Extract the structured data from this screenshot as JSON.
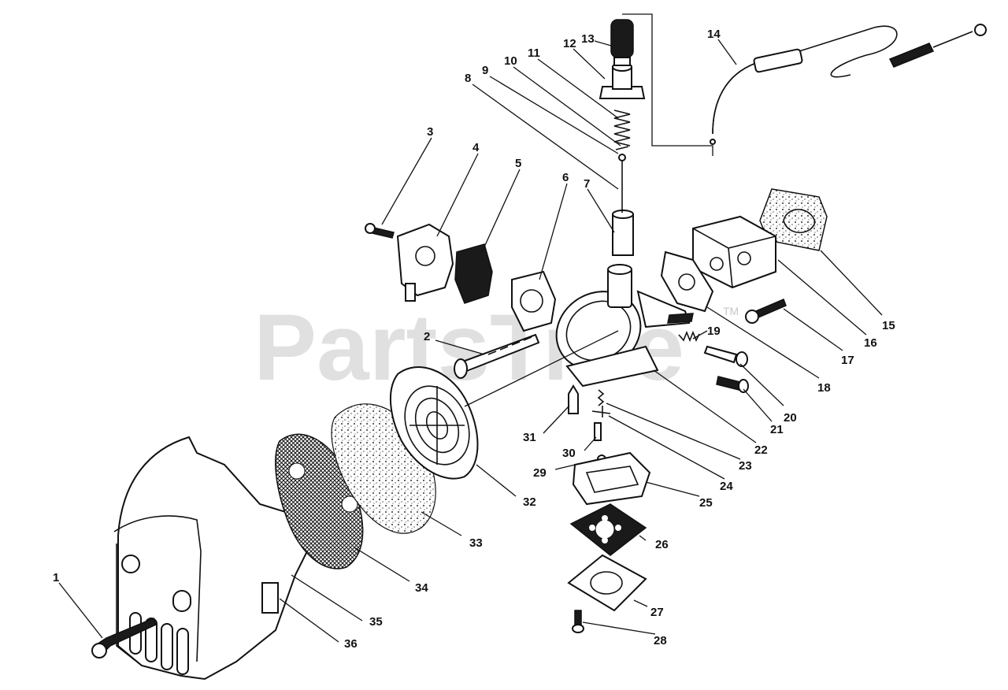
{
  "watermark": {
    "text": "PartsTree",
    "trademark": "TM"
  },
  "callouts": [
    "1",
    "2",
    "3",
    "4",
    "5",
    "6",
    "7",
    "8",
    "9",
    "10",
    "11",
    "12",
    "13",
    "14",
    "15",
    "16",
    "17",
    "18",
    "19",
    "20",
    "21",
    "22",
    "23",
    "24",
    "25",
    "26",
    "27",
    "28",
    "29",
    "30",
    "31",
    "32",
    "33",
    "34",
    "35",
    "36"
  ],
  "colors": {
    "ink": "#111111",
    "paper": "#ffffff",
    "watermark": "#c8c8c8"
  }
}
